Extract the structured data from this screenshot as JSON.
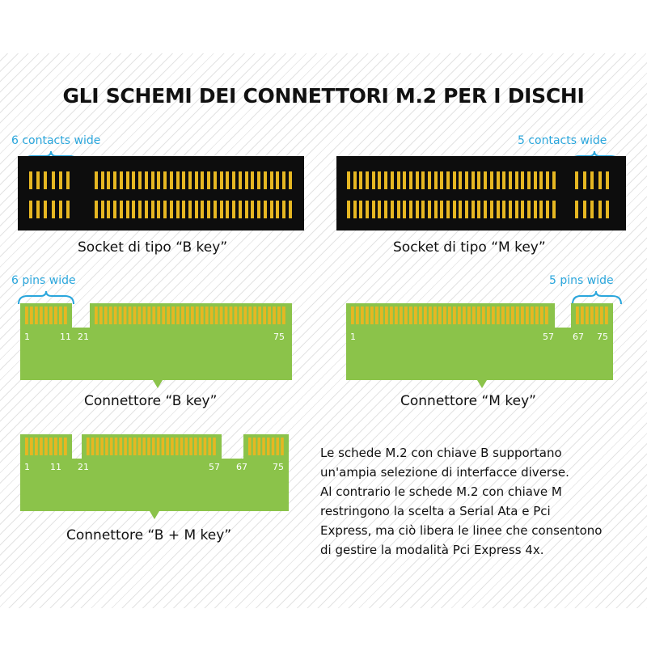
{
  "title": "GLI SCHEMI DEI CONNETTORI M.2 PER I DISCHI",
  "sockets": {
    "b": {
      "width_note": "6 contacts wide",
      "caption": "Socket di tipo “B key”"
    },
    "m": {
      "width_note": "5 contacts wide",
      "caption": "Socket di tipo “M key”"
    }
  },
  "connectors": {
    "b": {
      "width_note": "6 pins wide",
      "caption": "Connettore “B key”",
      "pins": [
        "1",
        "11",
        "21",
        "75"
      ]
    },
    "m": {
      "width_note": "5 pins wide",
      "caption": "Connettore “M key”",
      "pins": [
        "1",
        "57",
        "67",
        "75"
      ]
    },
    "bm": {
      "caption": "Connettore “B + M key”",
      "pins": [
        "1",
        "11",
        "21",
        "57",
        "67",
        "75"
      ]
    }
  },
  "description": [
    "Le schede M.2 con chiave B supportano",
    "un'ampia selezione di interfacce diverse.",
    "Al contrario le schede M.2 con chiave M",
    "restringono la scelta a Serial Ata e Pci",
    "Express, ma ciò libera le linee che consentono",
    "di gestire la modalità Pci Express 4x."
  ],
  "colors": {
    "pcb_green": "#8bc34a",
    "gold_contact": "#e6b722",
    "socket_black": "#0d0d0d",
    "accent_cyan": "#2aa6dc"
  }
}
